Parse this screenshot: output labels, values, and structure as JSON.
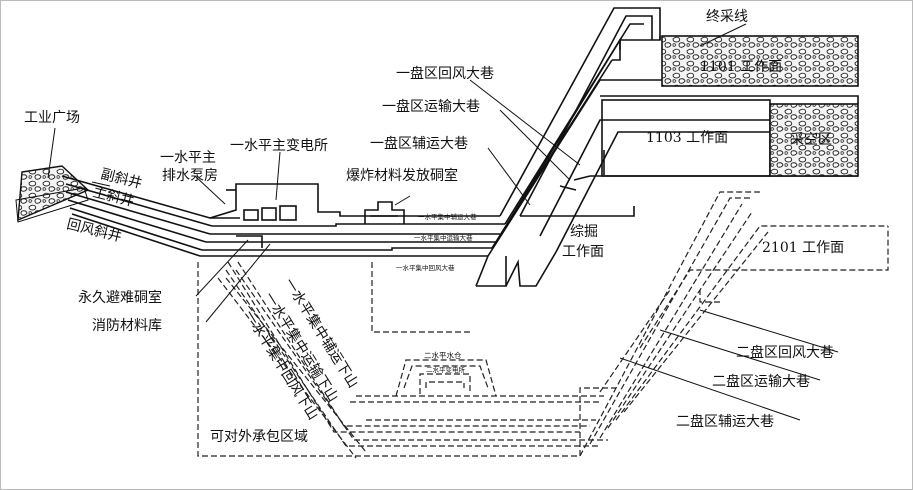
{
  "labels": {
    "industrial_square": "工业广场",
    "auxiliary_inclined_shaft": "副斜井",
    "main_inclined_shaft": "主斜井",
    "return_air_inclined_shaft": "回风斜井",
    "drainage_pump_room_line1": "一水平主",
    "drainage_pump_room_line2": "排水泵房",
    "main_substation": "一水平主变电所",
    "explosive_chamber": "爆炸材料发放硐室",
    "refuge_chamber": "永久避难硐室",
    "fire_material_store": "消防材料库",
    "outsource_area": "可对外承包区域",
    "panel1_return": "一盘区回风大巷",
    "panel1_transport": "一盘区运输大巷",
    "panel1_aux": "一盘区辅运大巷",
    "stop_line": "终采线",
    "face_1101": "1101 工作面",
    "face_1103": "1103 工作面",
    "goaf": "采空区",
    "fully_mech_face_line1": "综掘",
    "fully_mech_face_line2": "工作面",
    "face_2101": "2101 工作面",
    "panel2_return": "二盘区回风大巷",
    "panel2_transport": "二盘区运输大巷",
    "panel2_aux": "二盘区辅运大巷",
    "level1_aux_roadway": "一水平集中辅运大巷",
    "level1_transport_roadway": "一水平集中运输大巷",
    "level1_return_roadway": "一水平集中回风大巷",
    "down_aux": "一水平集中辅运下山",
    "down_transport": "一水平集中运输下山",
    "down_return": "一水平集中回风下山",
    "level2_sump": "二水平水仓",
    "level2_substation": "二水平变电所"
  }
}
